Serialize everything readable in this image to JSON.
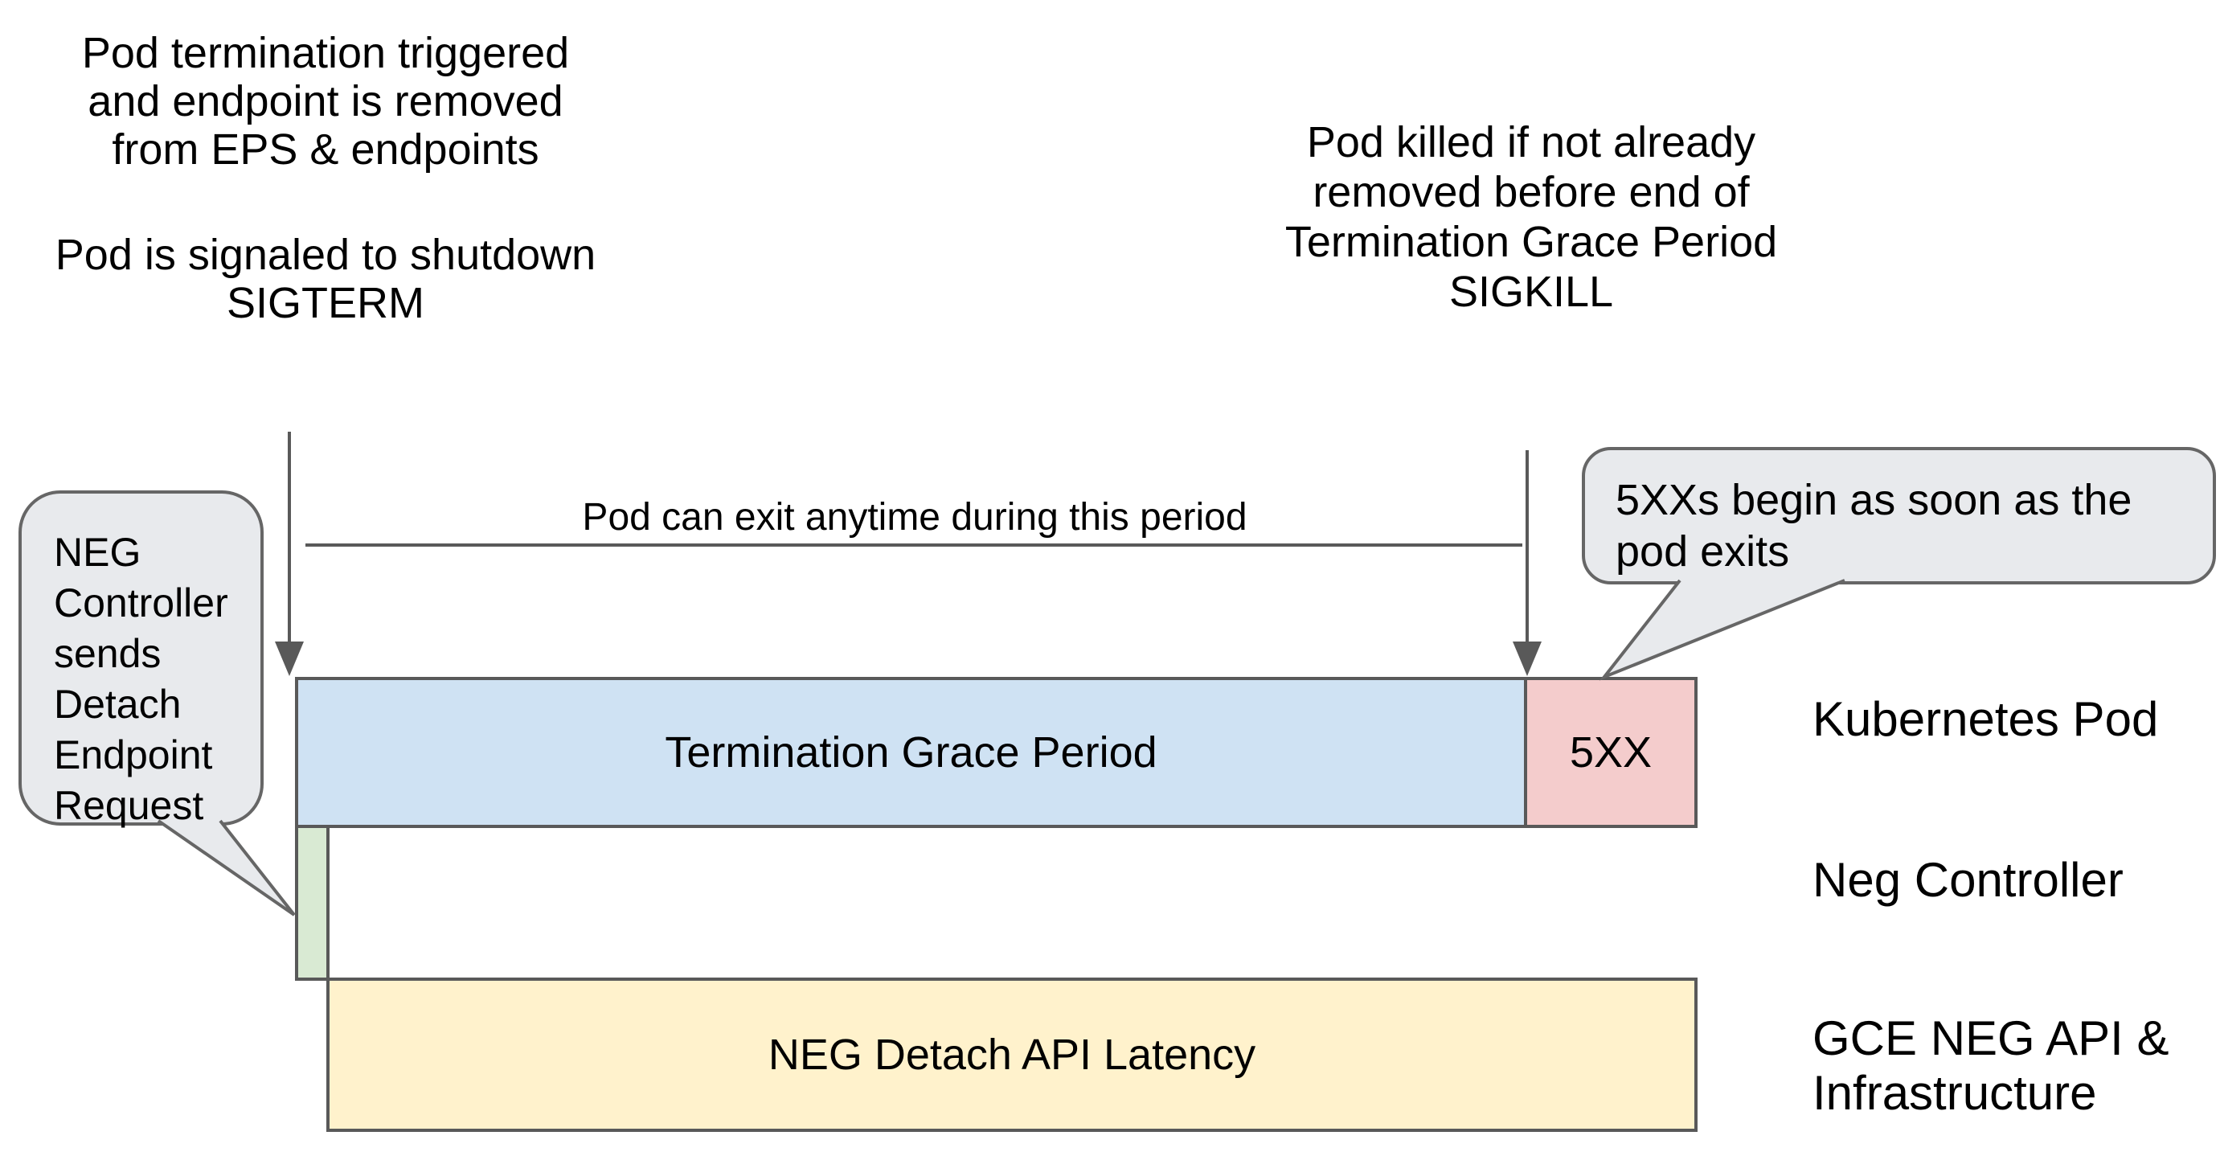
{
  "title": "Pod termination / NEG detach timeline diagram",
  "colors": {
    "background": "#ffffff",
    "text": "#000000",
    "bar_border": "#595959",
    "arrow": "#595959",
    "bubble_fill": "#e8eaed",
    "bubble_border": "#666666",
    "grace_fill": "#cfe2f3",
    "five_xx_fill": "#f4cccc",
    "neg_fill": "#d9ead3",
    "latency_fill": "#fff2cc"
  },
  "annotations": {
    "termination_trigger": {
      "lines": [
        "Pod termination triggered",
        "and endpoint is removed",
        "from EPS & endpoints"
      ]
    },
    "sigterm": {
      "lines": [
        "Pod is signaled to shutdown",
        "SIGTERM"
      ]
    },
    "sigkill": {
      "lines": [
        "Pod killed if not already",
        "removed before end of",
        "Termination Grace Period",
        "SIGKILL"
      ]
    },
    "period_note": "Pod can exit anytime during this period"
  },
  "callouts": {
    "neg_controller": {
      "lines": [
        "NEG",
        "Controller",
        "sends",
        "Detach",
        "Endpoint",
        "Request"
      ]
    },
    "five_xx": {
      "lines": [
        "5XXs begin as soon as the",
        "pod exits"
      ]
    }
  },
  "timeline_bars": {
    "grace_period": {
      "label": "Termination Grace Period",
      "fill": "#cfe2f3"
    },
    "five_xx": {
      "label": "5XX",
      "fill": "#f4cccc"
    },
    "neg_detach_request": {
      "label": "",
      "fill": "#d9ead3"
    },
    "neg_detach_latency": {
      "label": "NEG Detach API Latency",
      "fill": "#fff2cc"
    }
  },
  "lanes": {
    "kubernetes_pod": {
      "label": "Kubernetes Pod"
    },
    "neg_controller": {
      "label": "Neg Controller"
    },
    "gce_neg_api": {
      "lines": [
        "GCE NEG API &",
        "Infrastructure"
      ]
    }
  }
}
